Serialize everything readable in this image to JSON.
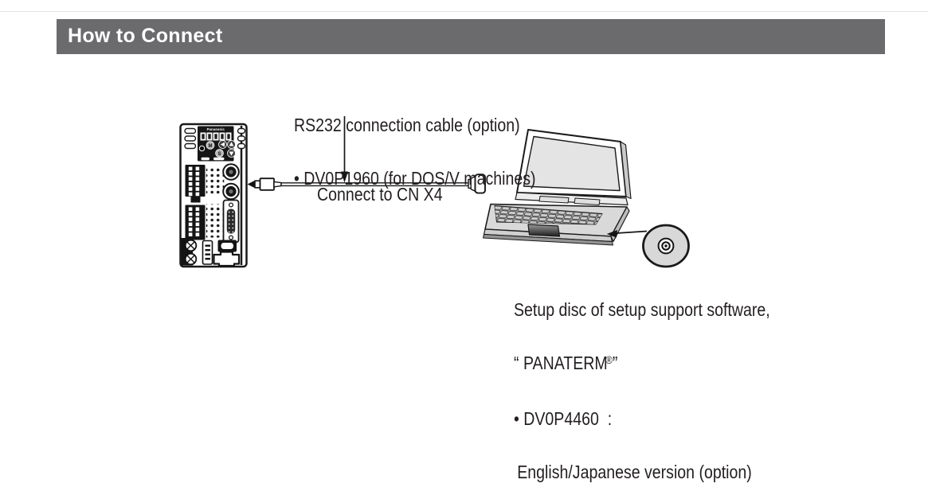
{
  "header": {
    "title": "How to Connect"
  },
  "diagram": {
    "cable_note": {
      "line1": "RS232 connection cable (option)",
      "line2": "• DV0P1960 (for DOS/V machines)"
    },
    "connect_label": "Connect to CN X4",
    "setup_note": {
      "line1": "Setup disc of setup support software,",
      "line2_open": "“ PANATERM",
      "line2_reg": "®",
      "line2_close": "”",
      "line3": "• DV0P4460  :",
      "line4": "English/Japanese version (option)"
    },
    "device": {
      "brand": "Panasonic",
      "button_m": "M",
      "button_s": "S"
    }
  },
  "colors": {
    "header_bg": "#6b6b6e",
    "header_text": "#ffffff",
    "body_text": "#231f20",
    "line_art": "#1a1a1a",
    "laptop_screen": "#e4e4e4",
    "disc_fill": "#d8d8d8"
  }
}
